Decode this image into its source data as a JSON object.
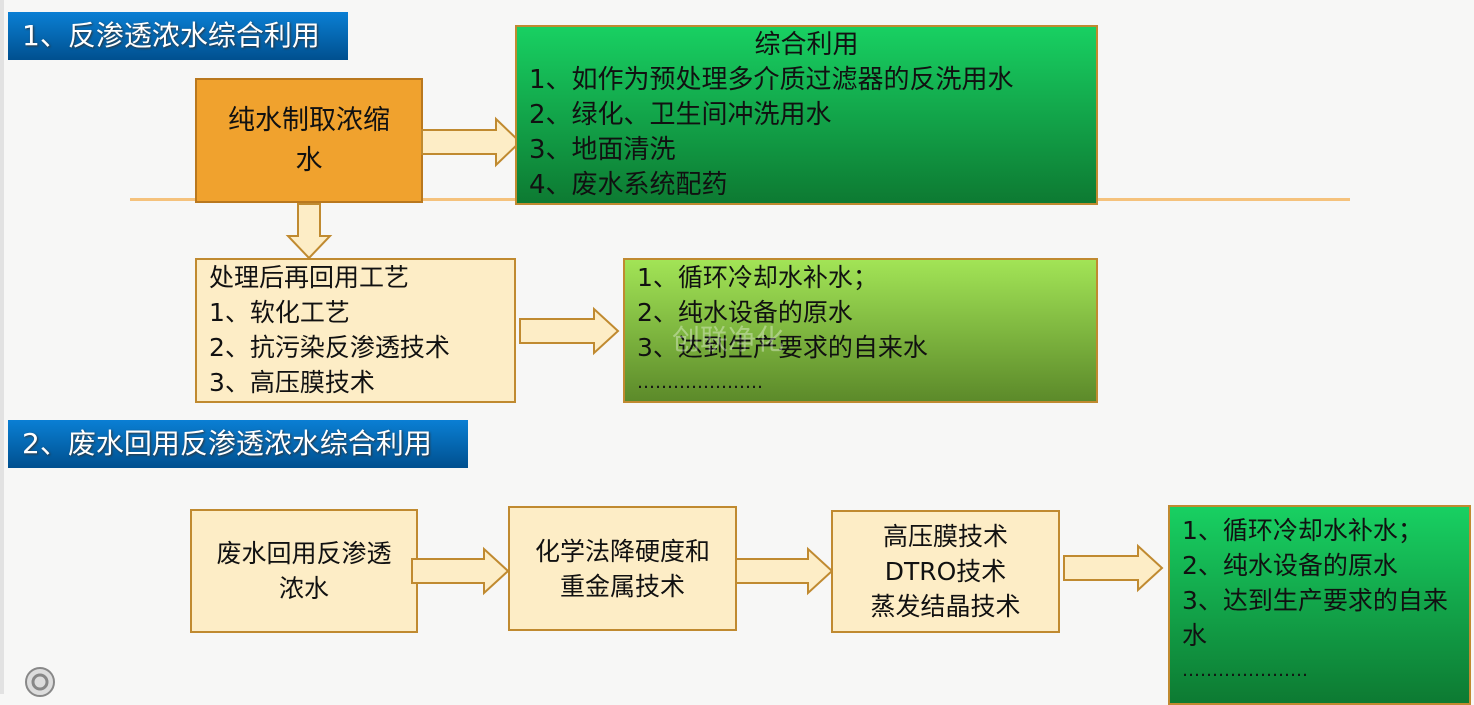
{
  "section1": {
    "title": "1、反渗透浓水综合利用",
    "source_box": "纯水制取浓缩水",
    "uses_box": {
      "title": "综合利用",
      "items": [
        "1、如作为预处理多介质过滤器的反洗用水",
        "2、绿化、卫生间冲洗用水",
        "3、地面清洗",
        "4、废水系统配药"
      ]
    },
    "process_box": {
      "title": "处理后再回用工艺",
      "items": [
        "1、软化工艺",
        "2、抗污染反渗透技术",
        "3、高压膜技术"
      ]
    },
    "reuse_box": {
      "items": [
        "1、循环冷却水补水；",
        "2、纯水设备的原水",
        "3、达到生产要求的自来水",
        "…………………"
      ]
    },
    "watermark": "创联净化"
  },
  "section2": {
    "title": "2、废水回用反渗透浓水综合利用",
    "steps": [
      "废水回用反渗透浓水",
      "化学法降硬度和重金属技术"
    ],
    "step3": [
      "高压膜技术",
      "DTRO技术",
      "蒸发结晶技术"
    ],
    "result_box": {
      "items": [
        "1、循环冷却水补水；",
        "2、纯水设备的原水",
        "3、达到生产要求的自来水",
        "…………………"
      ]
    }
  },
  "colors": {
    "header": "#0a7fd4",
    "orange": "#f0a22e",
    "cream": "#fdedc6",
    "green": "#18d062",
    "light_green": "#a2e456"
  }
}
